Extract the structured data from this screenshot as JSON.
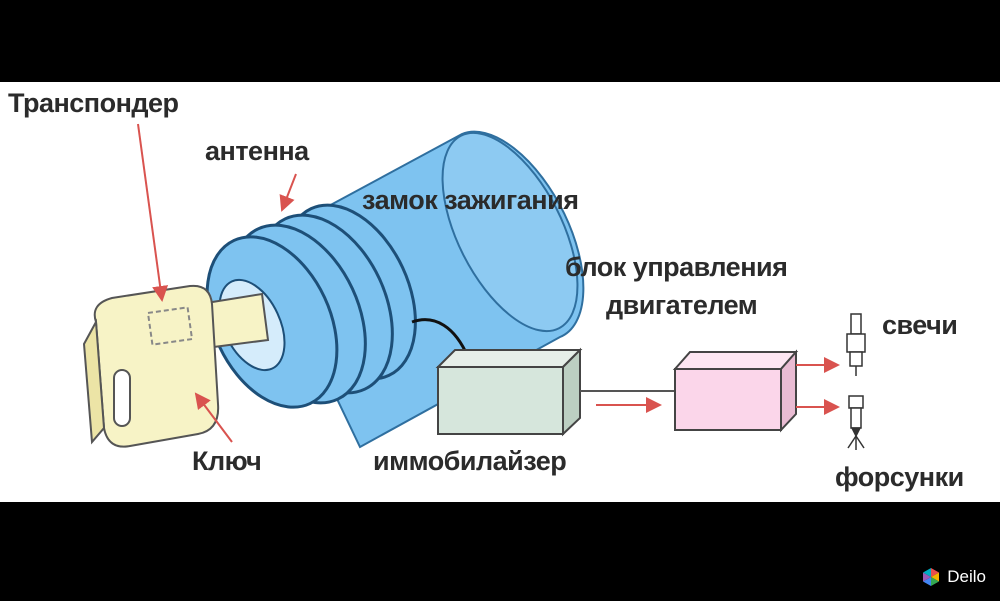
{
  "labels": {
    "transponder": "Транспондер",
    "antenna": "антенна",
    "ignition_lock": "замок зажигания",
    "ecu_line1": "блок управления",
    "ecu_line2": "двигателем",
    "spark_plugs": "свечи",
    "key": "Ключ",
    "immobilizer": "иммобилайзер",
    "injectors": "форсунки"
  },
  "watermark": {
    "text": "Deilo"
  },
  "colors": {
    "cylinder": "#7ec3f0",
    "key": "#f7f3c6",
    "immobilizer": "#d6e6dc",
    "ecu": "#fbd6ea",
    "arrow": "#d9534f",
    "frame": "#000000"
  }
}
